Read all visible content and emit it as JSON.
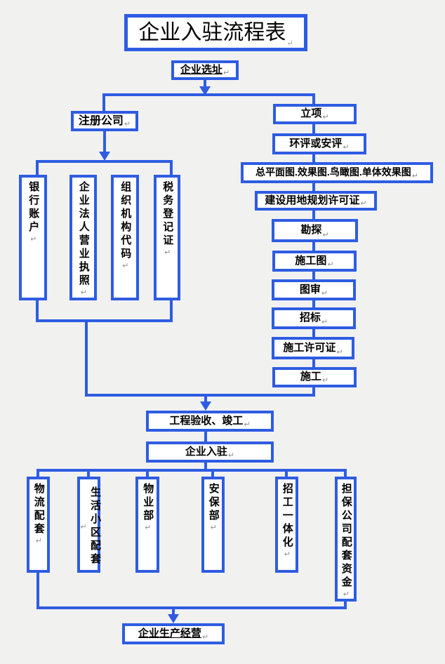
{
  "title": "企业入驻流程表",
  "marks": {
    "return": "↵"
  },
  "colors": {
    "line": "#2e5ce2",
    "box_bg": "#ffffff",
    "page_bg": "#f1f1f0",
    "text": "#000000",
    "mark": "#8f9096"
  },
  "flow": {
    "site": "企业选址",
    "left": {
      "register": "注册公司",
      "docs": [
        "银行账户",
        "企业法人营业执照",
        "组织机构代码",
        "税务登记证"
      ]
    },
    "right": [
      "立项",
      "环评或安评",
      "总平面图.效果图.鸟瞰图.单体效果图",
      "建设用地规划许可证",
      "勘探",
      "施工图",
      "图审",
      "招标",
      "施工许可证",
      "施工"
    ],
    "accept": "工程验收、竣工",
    "movein": "企业入驻",
    "services": [
      "物流配套",
      "生活小区配套",
      "物业部",
      "安保部",
      "招工一体化",
      "担保公司配套资金"
    ],
    "final": "企业生产经营"
  }
}
